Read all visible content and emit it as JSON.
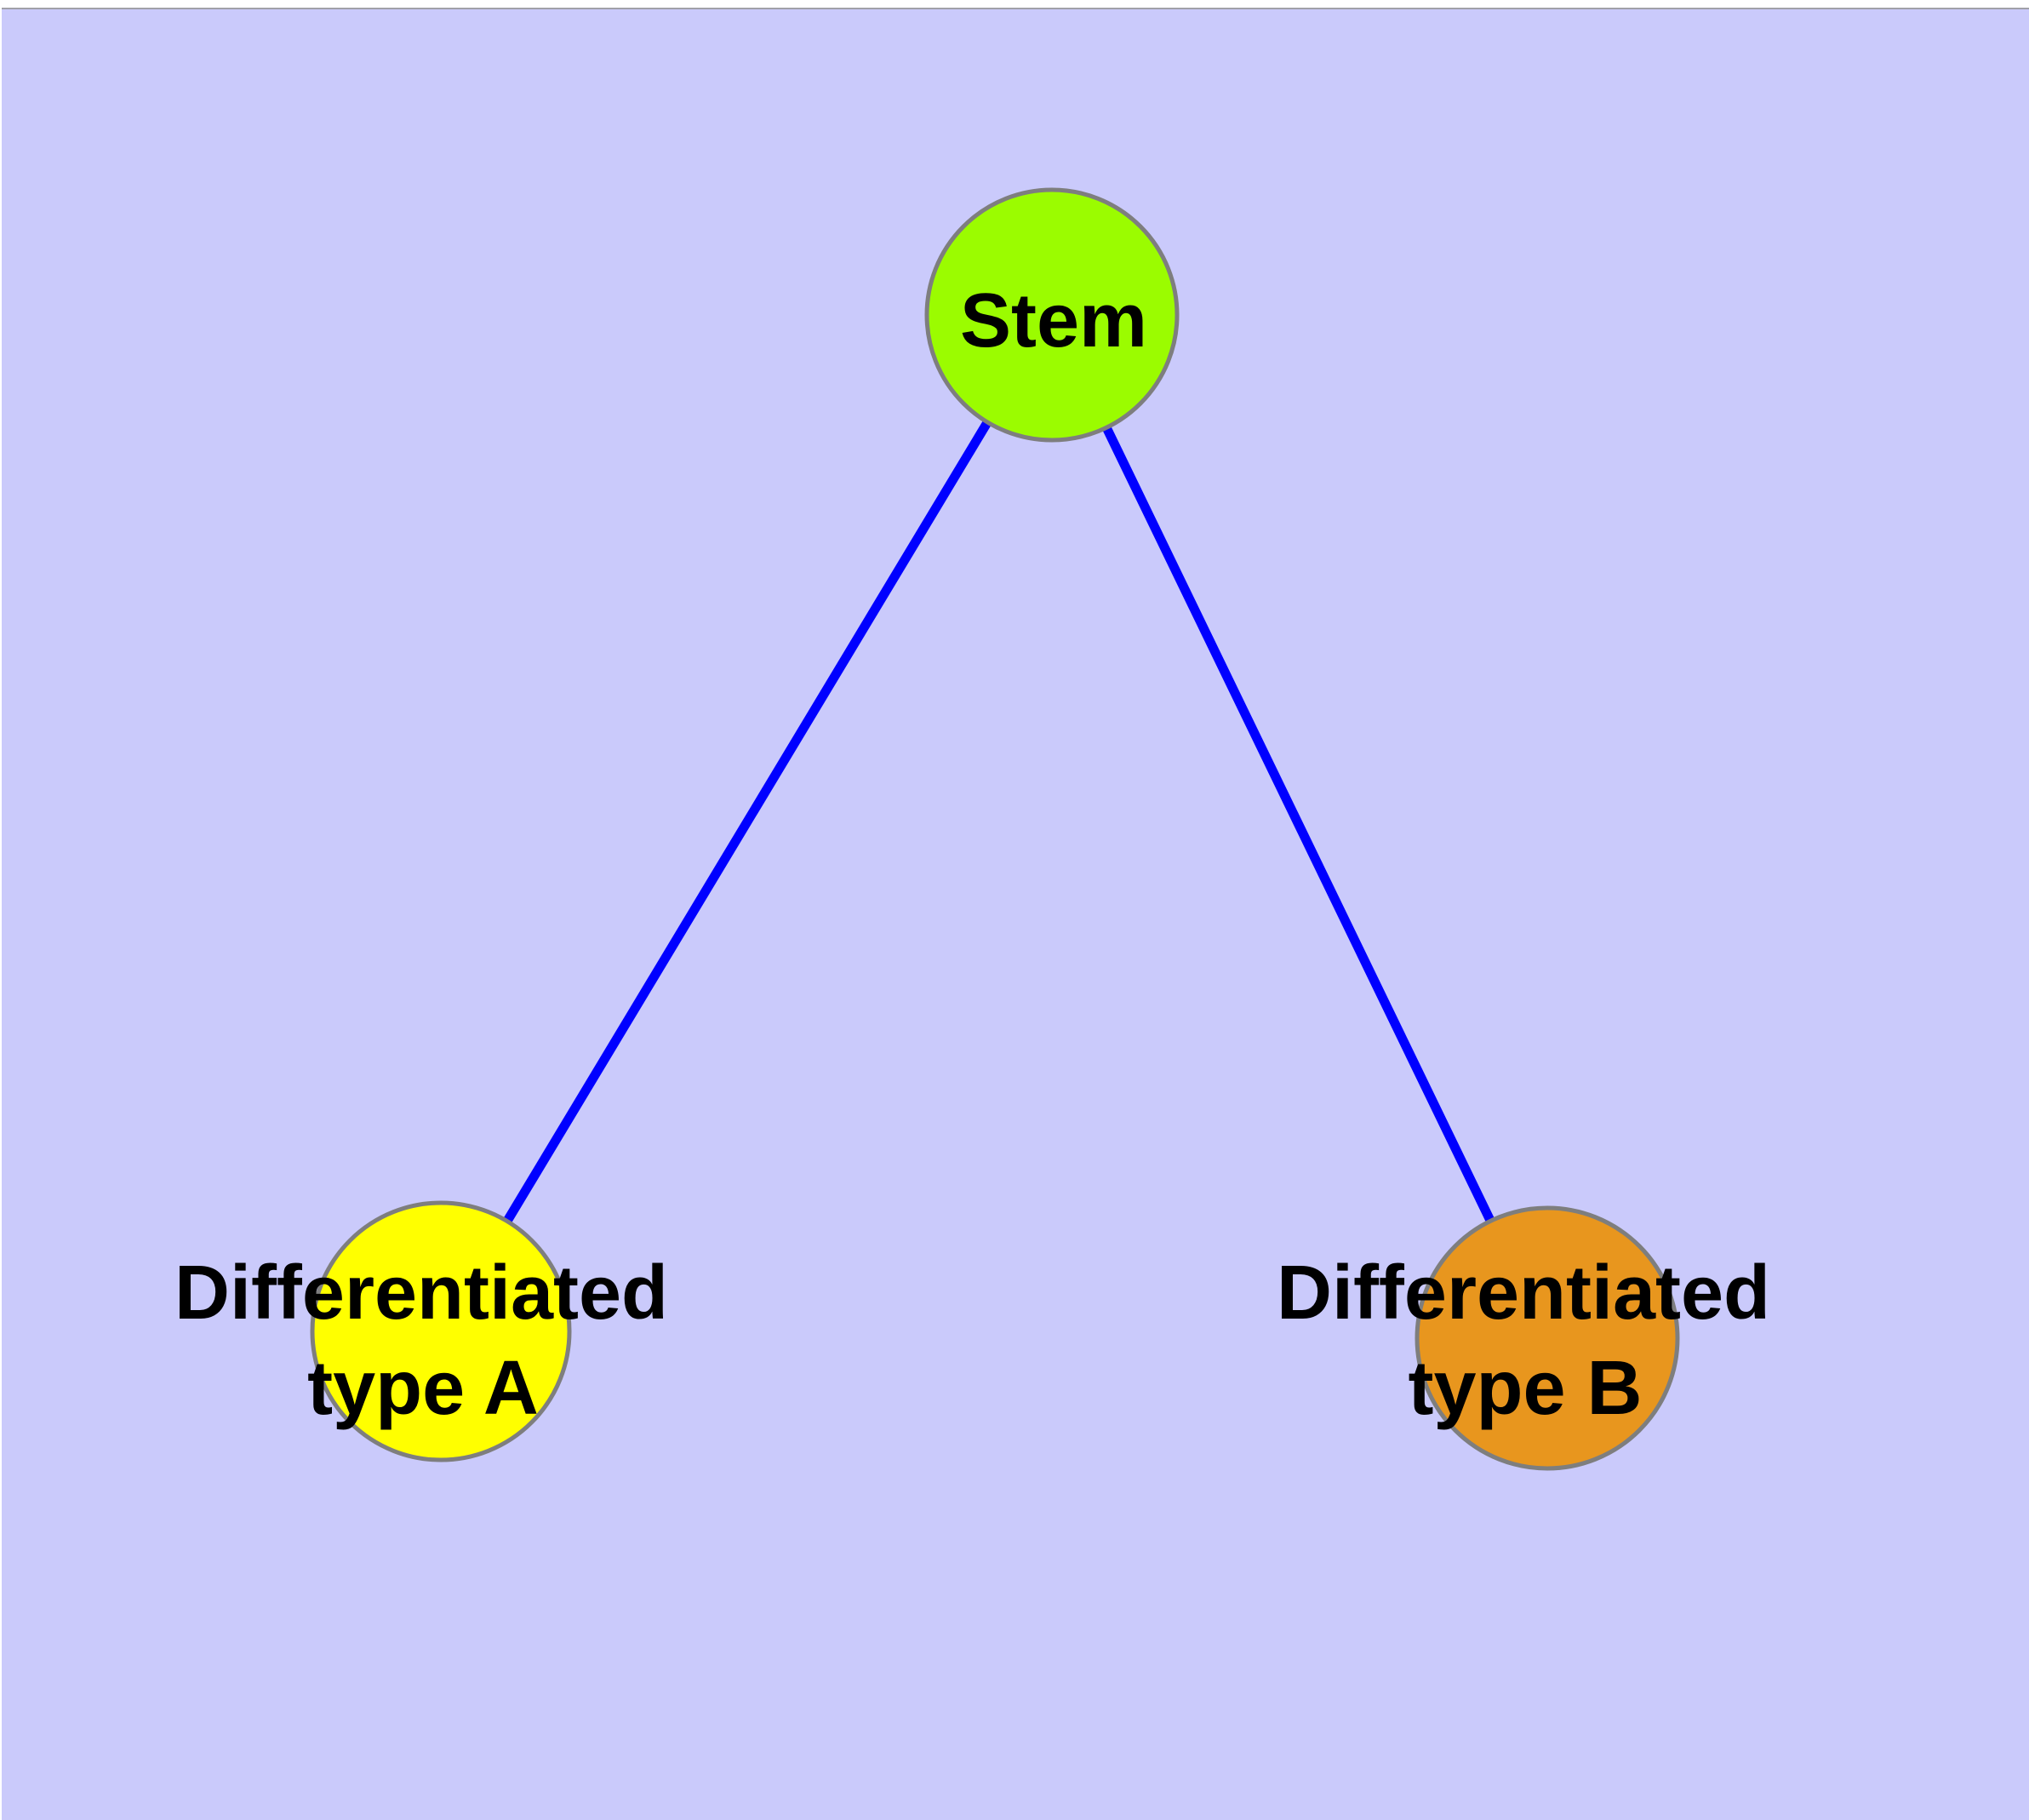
{
  "diagram": {
    "type": "graph",
    "background_color": "#CACAFB",
    "frame_color": "#ffffff",
    "edge_color": "#0000FF",
    "node_border_color": "#7e7e7e",
    "label_color": "#000000",
    "nodes": [
      {
        "id": "stem",
        "label": "Stem",
        "label_line1": "Stem",
        "label_line2": "",
        "fill": "#9BFC00"
      },
      {
        "id": "differentiated-type-a",
        "label": "Differentiated type A",
        "label_line1": "Differentiated",
        "label_line2": "type A",
        "fill": "#FFFF00"
      },
      {
        "id": "differentiated-type-b",
        "label": "Differentiated type B",
        "label_line1": "Differentiated",
        "label_line2": "type B",
        "fill": "#E8961E"
      }
    ],
    "edges": [
      {
        "from": "Stem",
        "to": "Differentiated type A"
      },
      {
        "from": "Stem",
        "to": "Differentiated type B"
      }
    ]
  }
}
